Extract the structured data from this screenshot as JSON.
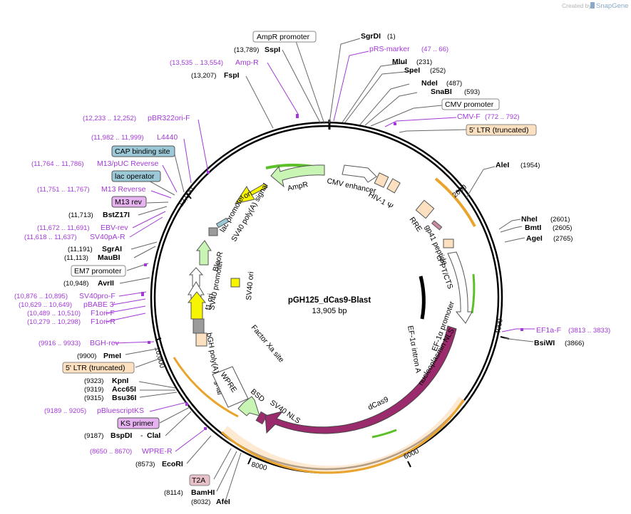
{
  "plasmid": {
    "name": "pGH125_dCas9-Blast",
    "length_text": "13,905 bp",
    "total_bp": 13905
  },
  "credit": {
    "prefix": "Created by",
    "brand": "SnapGene"
  },
  "colors": {
    "primer": "#a239d6",
    "cds_dark": "#9b2b6c",
    "cds_green": "#c8f5b4",
    "cds_yellow": "#f7f400",
    "ltr": "#fde0c0",
    "misc": "#9b9b9b",
    "protein_bind": "#9cc9d8",
    "orange_arc": "#e8a42c",
    "green_arc": "#5dbf2a"
  },
  "ticks": [
    {
      "label": "2000",
      "bp": 2000
    },
    {
      "label": "4000",
      "bp": 4000
    },
    {
      "label": "6000",
      "bp": 6000
    },
    {
      "label": "8000",
      "bp": 8000
    },
    {
      "label": "10,000",
      "bp": 10000
    },
    {
      "label": "12,000",
      "bp": 12000
    }
  ],
  "labels_right": [
    {
      "name": "SgrDI",
      "pos": "(1)",
      "kind": "enzyme"
    },
    {
      "name": "pRS-marker",
      "pos": "(47 .. 66)",
      "kind": "primer"
    },
    {
      "name": "MluI",
      "pos": "(231)",
      "kind": "enzyme"
    },
    {
      "name": "SpeI",
      "pos": "(252)",
      "kind": "enzyme"
    },
    {
      "name": "NdeI",
      "pos": "(487)",
      "kind": "enzyme"
    },
    {
      "name": "SnaBI",
      "pos": "(593)",
      "kind": "enzyme"
    },
    {
      "name": "CMV promoter",
      "pos": "",
      "kind": "promoter"
    },
    {
      "name": "CMV-F",
      "pos": "(772 .. 792)",
      "kind": "primer"
    },
    {
      "name": "5' LTR (truncated)",
      "pos": "",
      "kind": "ltr"
    },
    {
      "name": "AleI",
      "pos": "(1954)",
      "kind": "enzyme"
    },
    {
      "name": "NheI",
      "pos": "(2601)",
      "kind": "enzyme"
    },
    {
      "name": "BmtI",
      "pos": "(2605)",
      "kind": "enzyme"
    },
    {
      "name": "AgeI",
      "pos": "(2765)",
      "kind": "enzyme"
    },
    {
      "name": "EF1a-F",
      "pos": "(3813 .. 3833)",
      "kind": "primer"
    },
    {
      "name": "BsiWI",
      "pos": "(3866)",
      "kind": "enzyme"
    }
  ],
  "labels_left": [
    {
      "name": "AmpR promoter",
      "pos": "",
      "kind": "promoter"
    },
    {
      "name": "SspI",
      "pos": "(13,789)",
      "kind": "enzyme"
    },
    {
      "name": "Amp-R",
      "pos": "(13,535 .. 13,554)",
      "kind": "primer"
    },
    {
      "name": "FspI",
      "pos": "(13,207)",
      "kind": "enzyme"
    },
    {
      "name": "pBR322ori-F",
      "pos": "(12,233 .. 12,252)",
      "kind": "primer"
    },
    {
      "name": "L4440",
      "pos": "(11,982 .. 11,999)",
      "kind": "primer"
    },
    {
      "name": "CAP binding site",
      "pos": "",
      "kind": "protein_bind"
    },
    {
      "name": "M13/pUC Reverse",
      "pos": "(11,764 .. 11,786)",
      "kind": "primer"
    },
    {
      "name": "lac operator",
      "pos": "",
      "kind": "protein_bind"
    },
    {
      "name": "M13 Reverse",
      "pos": "(11,751 .. 11,767)",
      "kind": "primer"
    },
    {
      "name": "M13 rev",
      "pos": "",
      "kind": "primer_box"
    },
    {
      "name": "BstZ17I",
      "pos": "(11,713)",
      "kind": "enzyme"
    },
    {
      "name": "EBV-rev",
      "pos": "(11,672 .. 11,691)",
      "kind": "primer"
    },
    {
      "name": "SV40pA-R",
      "pos": "(11,618 .. 11,637)",
      "kind": "primer"
    },
    {
      "name": "SgrAI",
      "pos": "(11,191)",
      "kind": "enzyme"
    },
    {
      "name": "MauBI",
      "pos": "(11,113)",
      "kind": "enzyme"
    },
    {
      "name": "EM7 promoter",
      "pos": "",
      "kind": "promoter"
    },
    {
      "name": "AvrII",
      "pos": "(10,948)",
      "kind": "enzyme"
    },
    {
      "name": "SV40pro-F",
      "pos": "(10,876 .. 10,895)",
      "kind": "primer"
    },
    {
      "name": "pBABE 3'",
      "pos": "(10,629 .. 10,649)",
      "kind": "primer"
    },
    {
      "name": "F1ori-F",
      "pos": "(10,489 .. 10,510)",
      "kind": "primer"
    },
    {
      "name": "F1ori-R",
      "pos": "(10,279 .. 10,298)",
      "kind": "primer"
    },
    {
      "name": "BGH-rev",
      "pos": "(9916 .. 9933)",
      "kind": "primer"
    },
    {
      "name": "PmeI",
      "pos": "(9900)",
      "kind": "enzyme"
    },
    {
      "name": "5' LTR (truncated)",
      "pos": "",
      "kind": "ltr"
    },
    {
      "name": "KpnI",
      "pos": "(9323)",
      "kind": "enzyme"
    },
    {
      "name": "Acc65I",
      "pos": "(9319)",
      "kind": "enzyme"
    },
    {
      "name": "Bsu36I",
      "pos": "(9315)",
      "kind": "enzyme"
    },
    {
      "name": "pBluescriptKS",
      "pos": "(9189 .. 9205)",
      "kind": "primer"
    },
    {
      "name": "KS primer",
      "pos": "",
      "kind": "primer_box"
    },
    {
      "name": "BspDI",
      "pos": "(9187)",
      "kind": "enzyme"
    },
    {
      "name": "ClaI",
      "pos": "",
      "kind": "enzyme"
    },
    {
      "name": "WPRE-R",
      "pos": "(8650 .. 8670)",
      "kind": "primer"
    },
    {
      "name": "EcoRI",
      "pos": "(8573)",
      "kind": "enzyme"
    },
    {
      "name": "T2A",
      "pos": "",
      "kind": "t2a"
    },
    {
      "name": "BamHI",
      "pos": "(8114)",
      "kind": "enzyme"
    },
    {
      "name": "AfeI",
      "pos": "(8032)",
      "kind": "enzyme"
    }
  ],
  "features_inner": [
    "AmpR",
    "ori",
    "lac promoter",
    "SV40 poly(A) signal",
    "BleoR",
    "EM7 promoter",
    "SV40 promoter",
    "f1 ori",
    "SV40 ori",
    "bGH poly(A) signal",
    "Factor Xa site",
    "WPRE",
    "BSD",
    "SV40 NLS",
    "dCas9",
    "nucleoplasmin NLS",
    "EF-1α promoter",
    "EF-1α intron A",
    "cPPT/CTS",
    "gp41 peptide",
    "RRE",
    "HIV-1 Ψ",
    "CMV enhancer"
  ]
}
